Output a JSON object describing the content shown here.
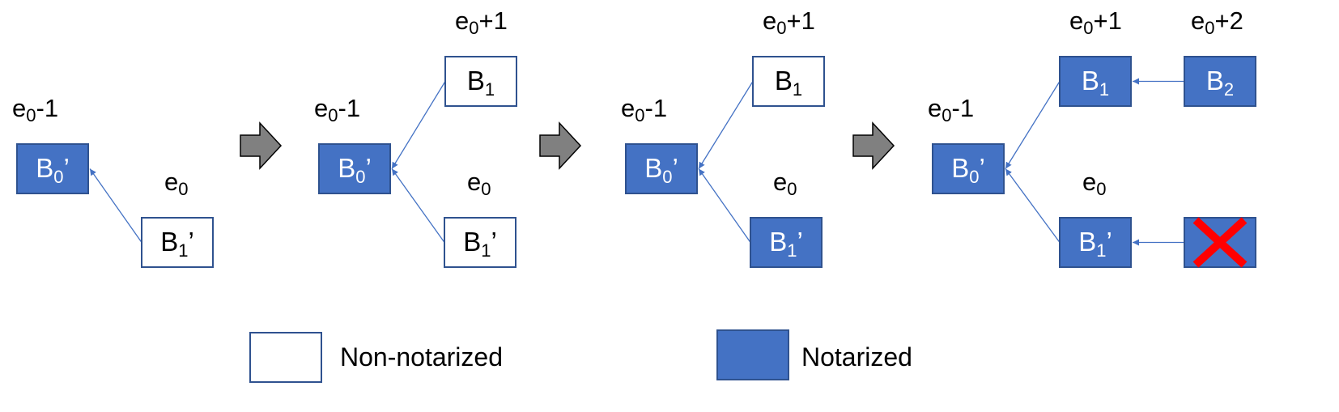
{
  "colors": {
    "notarized_fill": "#4472C4",
    "notarized_stroke": "#2F528F",
    "edge": "#4472C4",
    "arrow_fill": "#808080",
    "cross": "#FF0000"
  },
  "stages": [
    {
      "blocks": [
        {
          "base": "B",
          "sub": "0",
          "suffix": "’",
          "state": "notarized",
          "epoch": {
            "base": "e",
            "sub": "0",
            "suffix": "-1"
          }
        },
        {
          "base": "B",
          "sub": "1",
          "suffix": "’",
          "state": "non-notarized",
          "epoch": {
            "base": "e",
            "sub": "0",
            "suffix": ""
          }
        }
      ]
    },
    {
      "blocks": [
        {
          "base": "B",
          "sub": "0",
          "suffix": "’",
          "state": "notarized",
          "epoch": {
            "base": "e",
            "sub": "0",
            "suffix": "-1"
          }
        },
        {
          "base": "B",
          "sub": "1",
          "suffix": "",
          "state": "non-notarized",
          "epoch": {
            "base": "e",
            "sub": "0",
            "suffix": "+1"
          }
        },
        {
          "base": "B",
          "sub": "1",
          "suffix": "’",
          "state": "non-notarized",
          "epoch": {
            "base": "e",
            "sub": "0",
            "suffix": ""
          }
        }
      ]
    },
    {
      "blocks": [
        {
          "base": "B",
          "sub": "0",
          "suffix": "’",
          "state": "notarized",
          "epoch": {
            "base": "e",
            "sub": "0",
            "suffix": "-1"
          }
        },
        {
          "base": "B",
          "sub": "1",
          "suffix": "",
          "state": "non-notarized",
          "epoch": {
            "base": "e",
            "sub": "0",
            "suffix": "+1"
          }
        },
        {
          "base": "B",
          "sub": "1",
          "suffix": "’",
          "state": "notarized",
          "epoch": {
            "base": "e",
            "sub": "0",
            "suffix": ""
          }
        }
      ]
    },
    {
      "blocks": [
        {
          "base": "B",
          "sub": "0",
          "suffix": "’",
          "state": "notarized",
          "epoch": {
            "base": "e",
            "sub": "0",
            "suffix": "-1"
          }
        },
        {
          "base": "B",
          "sub": "1",
          "suffix": "",
          "state": "notarized",
          "epoch": {
            "base": "e",
            "sub": "0",
            "suffix": "+1"
          }
        },
        {
          "base": "B",
          "sub": "1",
          "suffix": "’",
          "state": "notarized",
          "epoch": {
            "base": "e",
            "sub": "0",
            "suffix": ""
          }
        },
        {
          "base": "B",
          "sub": "2",
          "suffix": "",
          "state": "notarized",
          "epoch": {
            "base": "e",
            "sub": "0",
            "suffix": "+2"
          }
        },
        {
          "base": "",
          "sub": "",
          "suffix": "",
          "state": "rejected",
          "epoch": null
        }
      ]
    }
  ],
  "legend": {
    "non_notarized_label": "Non-notarized",
    "notarized_label": "Notarized"
  }
}
